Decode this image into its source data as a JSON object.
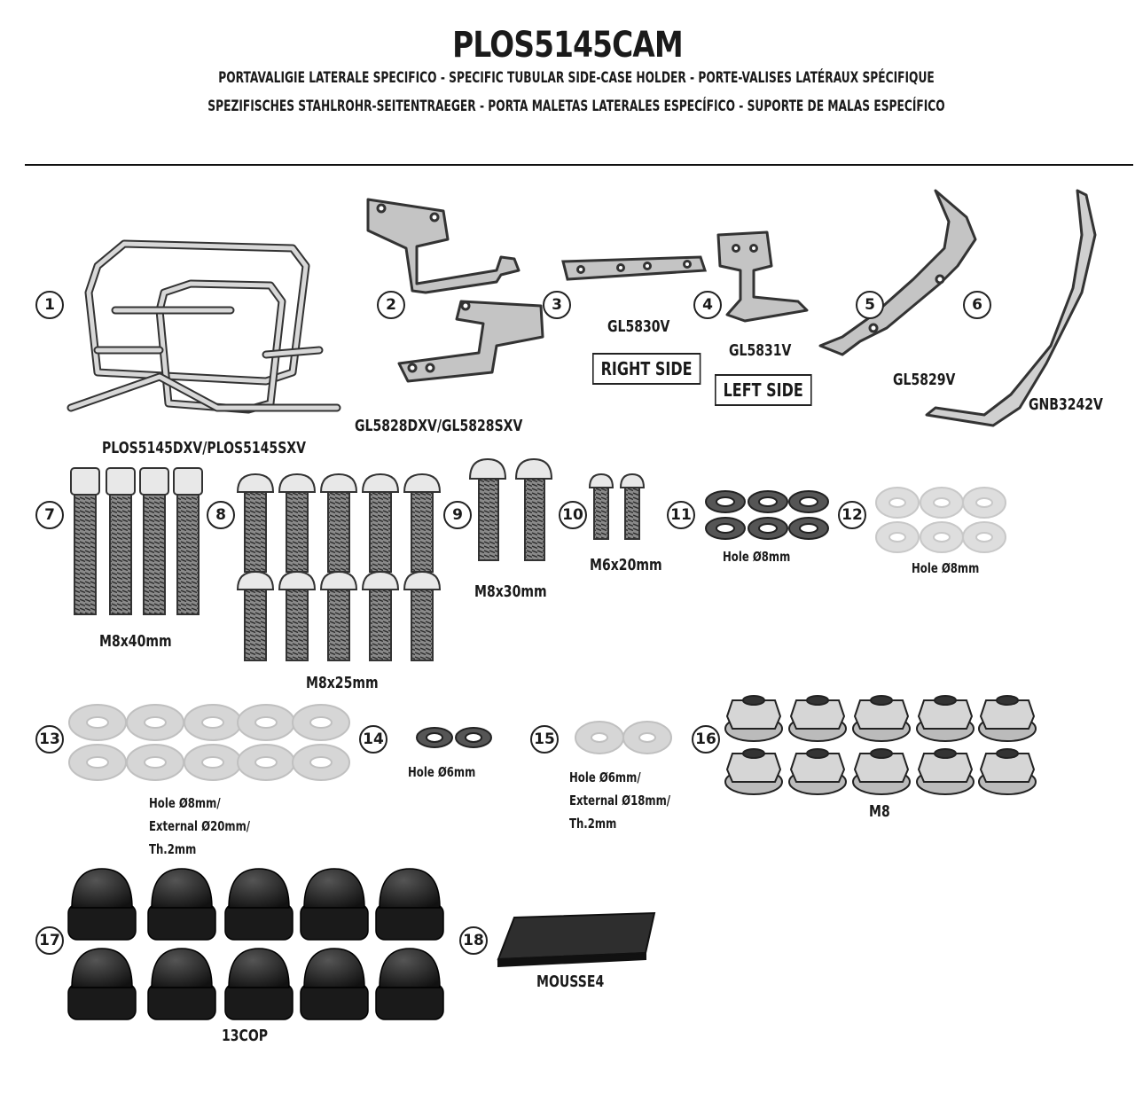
{
  "header": {
    "title": "PLOS5145CAM",
    "line1": "PORTAVALIGIE LATERALE SPECIFICO  -  SPECIFIC TUBULAR SIDE-CASE HOLDER  - PORTE-VALISES LATÉRAUX SPÉCIFIQUE",
    "line2": "SPEZIFISCHES STAHLROHR-SEITENTRAEGER - PORTA MALETAS LATERALES ESPECÍFICO - SUPORTE DE MALAS ESPECÍFICO"
  },
  "items": [
    {
      "num": "1",
      "code": "PLOS5145DXV/PLOS5145SXV"
    },
    {
      "num": "2",
      "code": "GL5828DXV/GL5828SXV"
    },
    {
      "num": "3",
      "code": "GL5830V",
      "side": "RIGHT SIDE"
    },
    {
      "num": "4",
      "code": "GL5831V",
      "side": "LEFT SIDE"
    },
    {
      "num": "5",
      "code": "GL5829V"
    },
    {
      "num": "6",
      "code": "GNB3242V"
    },
    {
      "num": "7",
      "code": "M8x40mm"
    },
    {
      "num": "8",
      "code": "M8x25mm"
    },
    {
      "num": "9",
      "code": "M8x30mm"
    },
    {
      "num": "10",
      "code": "M6x20mm"
    },
    {
      "num": "11",
      "code": "Hole Ø8mm"
    },
    {
      "num": "12",
      "code": "Hole Ø8mm"
    },
    {
      "num": "13",
      "code": [
        "Hole Ø8mm/",
        "External Ø20mm/",
        "Th.2mm"
      ]
    },
    {
      "num": "14",
      "code": "Hole Ø6mm"
    },
    {
      "num": "15",
      "code": [
        "Hole Ø6mm/",
        "External Ø18mm/",
        "Th.2mm"
      ]
    },
    {
      "num": "16",
      "code": "M8"
    },
    {
      "num": "17",
      "code": "13COP"
    },
    {
      "num": "18",
      "code": "MOUSSE4"
    }
  ]
}
